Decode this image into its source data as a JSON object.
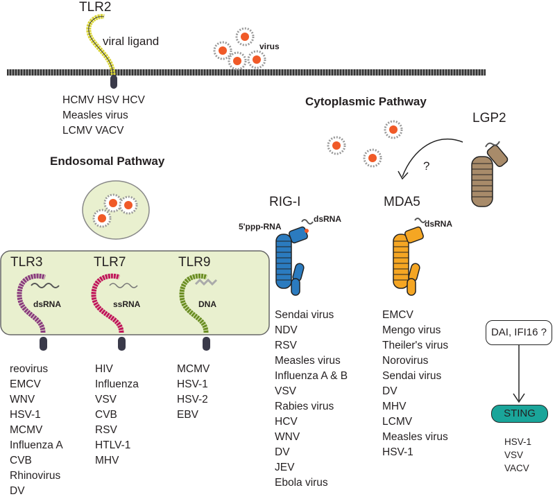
{
  "membrane": {
    "receptor_title": "TLR2",
    "ligand_label": "viral ligand",
    "virus_label": "virus",
    "tlr2_viruses": [
      "HCMV  HSV  HCV",
      "Measles  virus",
      "LCMV  VACV"
    ]
  },
  "endosomal": {
    "title": "Endosomal Pathway",
    "receptors": [
      {
        "name": "TLR3",
        "ligand": "dsRNA",
        "color": "#8a3c7e",
        "viruses": [
          "reovirus",
          "EMCV",
          "WNV",
          "HSV-1",
          "MCMV",
          "Influenza A",
          "CVB",
          "Rhinovirus",
          "DV"
        ]
      },
      {
        "name": "TLR7",
        "ligand": "ssRNA",
        "color": "#c0165a",
        "viruses": [
          "HIV",
          "Influenza",
          "VSV",
          "CVB",
          "RSV",
          "HTLV-1",
          "MHV"
        ]
      },
      {
        "name": "TLR9",
        "ligand": "DNA",
        "color": "#6b8e23",
        "viruses": [
          "MCMV",
          "HSV-1",
          "HSV-2",
          "EBV"
        ]
      }
    ]
  },
  "cytoplasmic": {
    "title": "Cytoplasmic Pathway",
    "lgp2": "LGP2",
    "question": "?",
    "rigi": {
      "name": "RIG-I",
      "ligand1": "5'ppp-RNA",
      "ligand2": "dsRNA",
      "color": "#2b7bbf",
      "viruses": [
        "Sendai virus",
        "NDV",
        "RSV",
        "Measles virus",
        "Influenza A & B",
        "VSV",
        "Rabies virus",
        "HCV",
        "WNV",
        "DV",
        "JEV",
        "Ebola virus"
      ]
    },
    "mda5": {
      "name": "MDA5",
      "ligand": "dsRNA",
      "color": "#f5a623",
      "viruses": [
        "EMCV",
        "Mengo virus",
        "Theiler's virus",
        "Norovirus",
        "Sendai virus",
        "DV",
        "MHV",
        "LCMV",
        "Measles virus",
        "HSV-1"
      ]
    }
  },
  "dna_sensing": {
    "sensor": "DAI, IFI16 ?",
    "adaptor": "STING",
    "viruses": [
      "HSV-1",
      "VSV",
      "VACV"
    ]
  },
  "colors": {
    "virus_core": "#f05a28",
    "endosome_fill": "#e9f0cf",
    "tlr_box_fill": "#e9f0cf",
    "sting": "#1aa59a"
  }
}
